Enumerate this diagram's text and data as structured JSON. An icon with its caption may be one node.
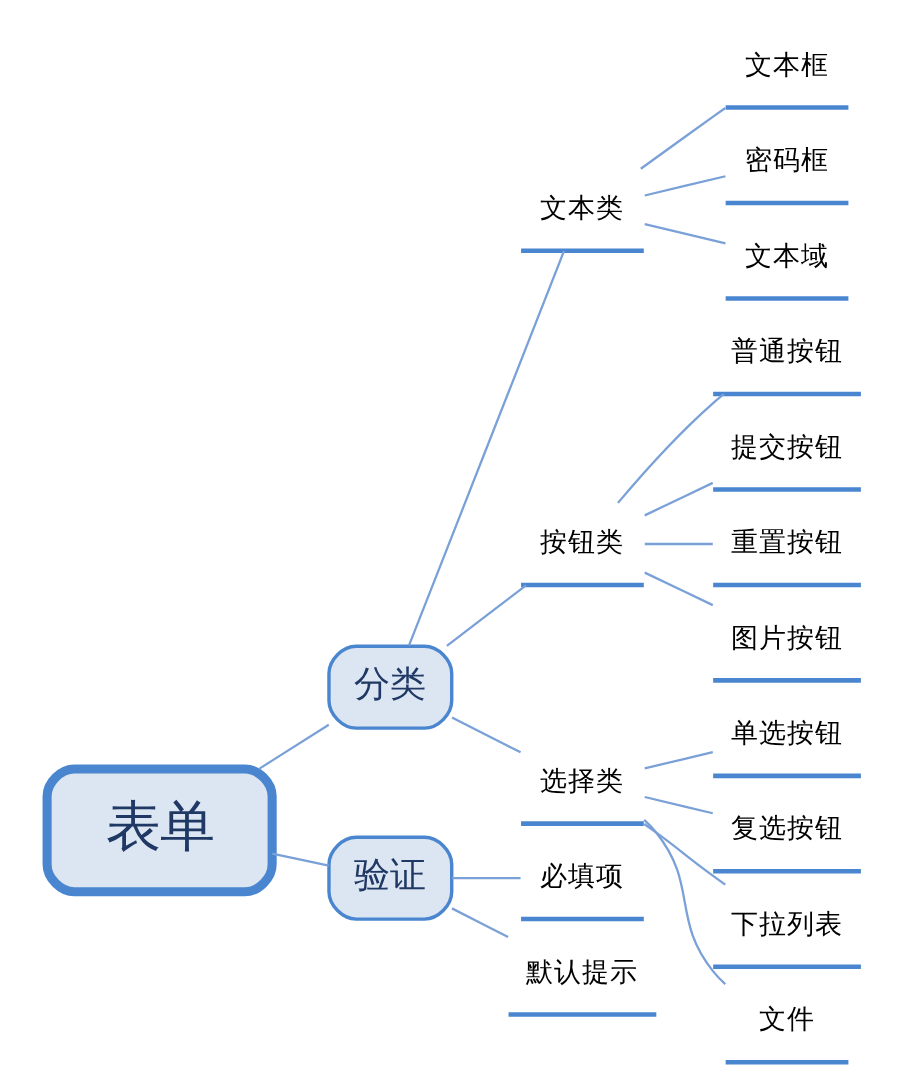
{
  "diagram": {
    "nodes": [
      {
        "text": [
          "表单"
        ]
      },
      {
        "text": [
          "分类"
        ]
      },
      {
        "text": [
          "验证"
        ]
      },
      {
        "text": [
          "文本类"
        ]
      },
      {
        "text": [
          "按钮类"
        ]
      },
      {
        "text": [
          "选择类"
        ]
      },
      {
        "text": [
          "文本框"
        ]
      },
      {
        "text": [
          "密码框"
        ]
      },
      {
        "text": [
          "文本域"
        ]
      },
      {
        "text": [
          "普通按钮"
        ]
      },
      {
        "text": [
          "提交按钮"
        ]
      },
      {
        "text": [
          "重置按钮"
        ]
      },
      {
        "text": [
          "图片按钮"
        ]
      },
      {
        "text": [
          "单选按钮"
        ]
      },
      {
        "text": [
          "复选按钮"
        ]
      },
      {
        "text": [
          "下拉列表"
        ]
      },
      {
        "text": [
          "文件"
        ]
      },
      {
        "text": [
          "必填项"
        ]
      },
      {
        "text": [
          "默认提示"
        ]
      }
    ],
    "edges": [
      {
        "from": 0,
        "to": 1,
        "arrow": "none"
      },
      {
        "from": 0,
        "to": 2,
        "arrow": "none"
      },
      {
        "from": 1,
        "to": 3,
        "arrow": "none"
      },
      {
        "from": 1,
        "to": 4,
        "arrow": "none"
      },
      {
        "from": 1,
        "to": 5,
        "arrow": "none"
      },
      {
        "from": 3,
        "to": 6,
        "arrow": "none"
      },
      {
        "from": 3,
        "to": 7,
        "arrow": "none"
      },
      {
        "from": 3,
        "to": 8,
        "arrow": "none"
      },
      {
        "from": 4,
        "to": 9,
        "arrow": "none"
      },
      {
        "from": 4,
        "to": 10,
        "arrow": "none"
      },
      {
        "from": 4,
        "to": 11,
        "arrow": "none"
      },
      {
        "from": 4,
        "to": 12,
        "arrow": "none"
      },
      {
        "from": 5,
        "to": 13,
        "arrow": "none"
      },
      {
        "from": 5,
        "to": 14,
        "arrow": "none"
      },
      {
        "from": 5,
        "to": 15,
        "arrow": "none"
      },
      {
        "from": 5,
        "to": 16,
        "arrow": "none"
      },
      {
        "from": 2,
        "to": 17,
        "arrow": "none"
      },
      {
        "from": 2,
        "to": 18,
        "arrow": "none"
      }
    ]
  }
}
